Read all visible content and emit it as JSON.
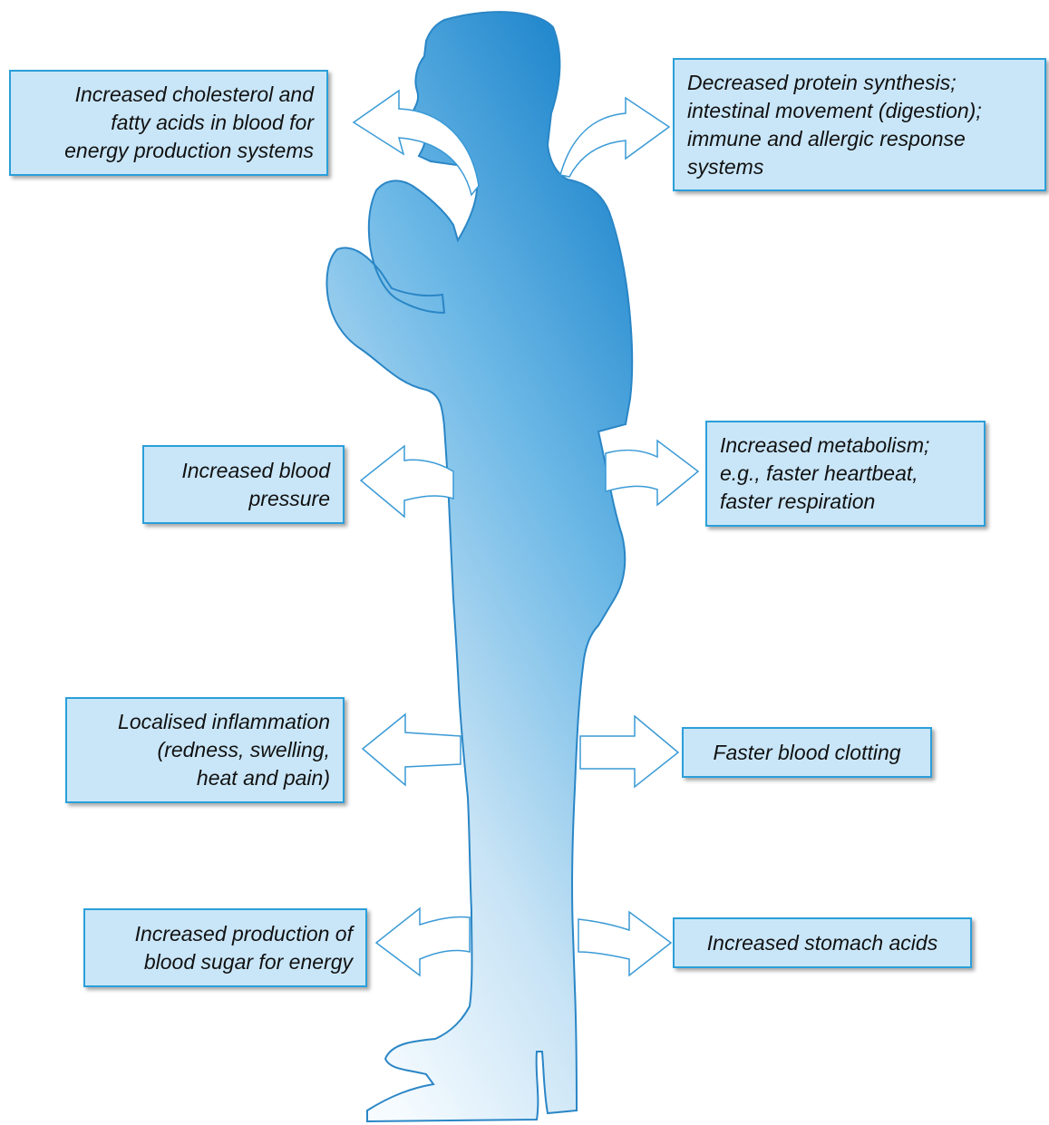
{
  "colors": {
    "box_fill": "#c9e6f8",
    "box_border": "#2b9fd9",
    "silhouette_top": "#1f86cc",
    "silhouette_bottom": "#f3f9fe",
    "arrow_stroke": "#3a9ad6"
  },
  "labels": {
    "cholesterol": [
      "Increased cholesterol and",
      "fatty acids in blood for",
      "energy production systems"
    ],
    "protein": [
      "Decreased protein synthesis;",
      "intestinal movement (digestion);",
      "immune and allergic response",
      "systems"
    ],
    "blood_pressure": [
      "Increased blood",
      "pressure"
    ],
    "metabolism": [
      "Increased metabolism;",
      "e.g., faster heartbeat,",
      "faster respiration"
    ],
    "inflammation": [
      "Localised inflammation",
      "(redness, swelling,",
      "heat and pain)"
    ],
    "clotting": [
      "Faster blood clotting"
    ],
    "blood_sugar": [
      "Increased production of",
      "blood sugar for energy"
    ],
    "stomach": [
      "Increased stomach acids"
    ]
  }
}
